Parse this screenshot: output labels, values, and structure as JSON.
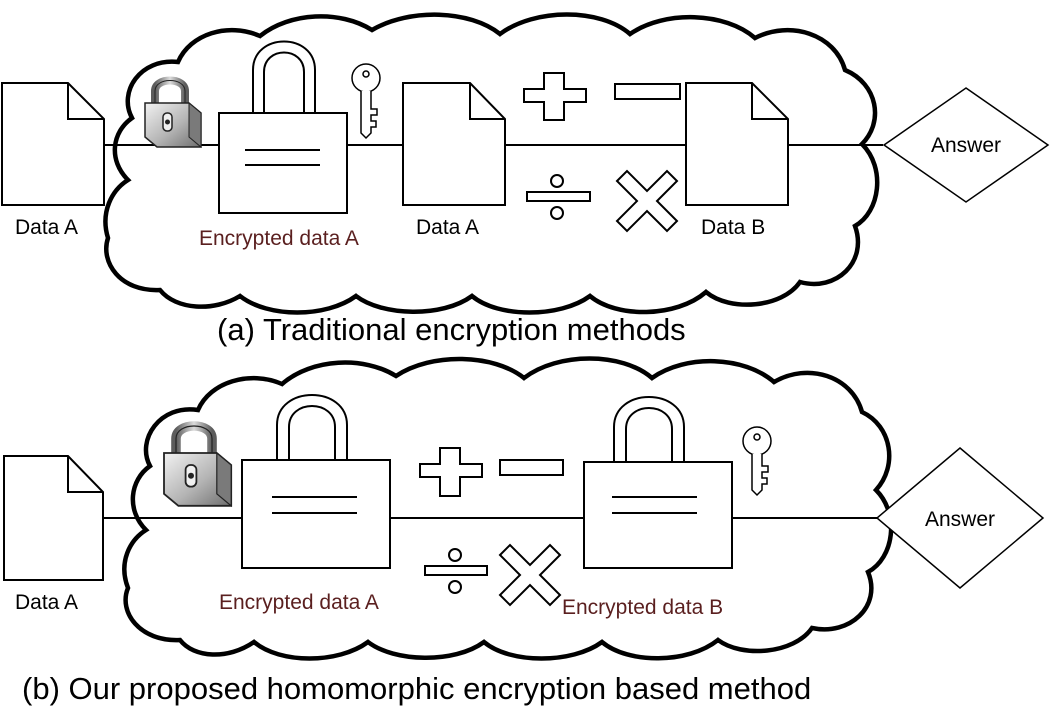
{
  "panel_a": {
    "input_label": "Data A",
    "encrypted_label": "Encrypted data A",
    "decrypted_label": "Data A",
    "result_label": "Data B",
    "answer_label": "Answer",
    "caption": "(a) Traditional encryption methods"
  },
  "panel_b": {
    "input_label": "Data A",
    "encrypted_label": "Encrypted data A",
    "result_label": "Encrypted data B",
    "answer_label": "Answer",
    "caption": "(b) Our proposed homomorphic encryption based method"
  },
  "colors": {
    "stroke": "#000000",
    "encrypted_text": "#5a1f1f",
    "padlock_body": "#a8a8a8"
  },
  "icons": [
    "document-icon",
    "padlock-icon",
    "lock-icon",
    "key-icon",
    "plus-icon",
    "minus-icon",
    "divide-icon",
    "times-icon",
    "diamond-shape",
    "cloud-shape"
  ]
}
